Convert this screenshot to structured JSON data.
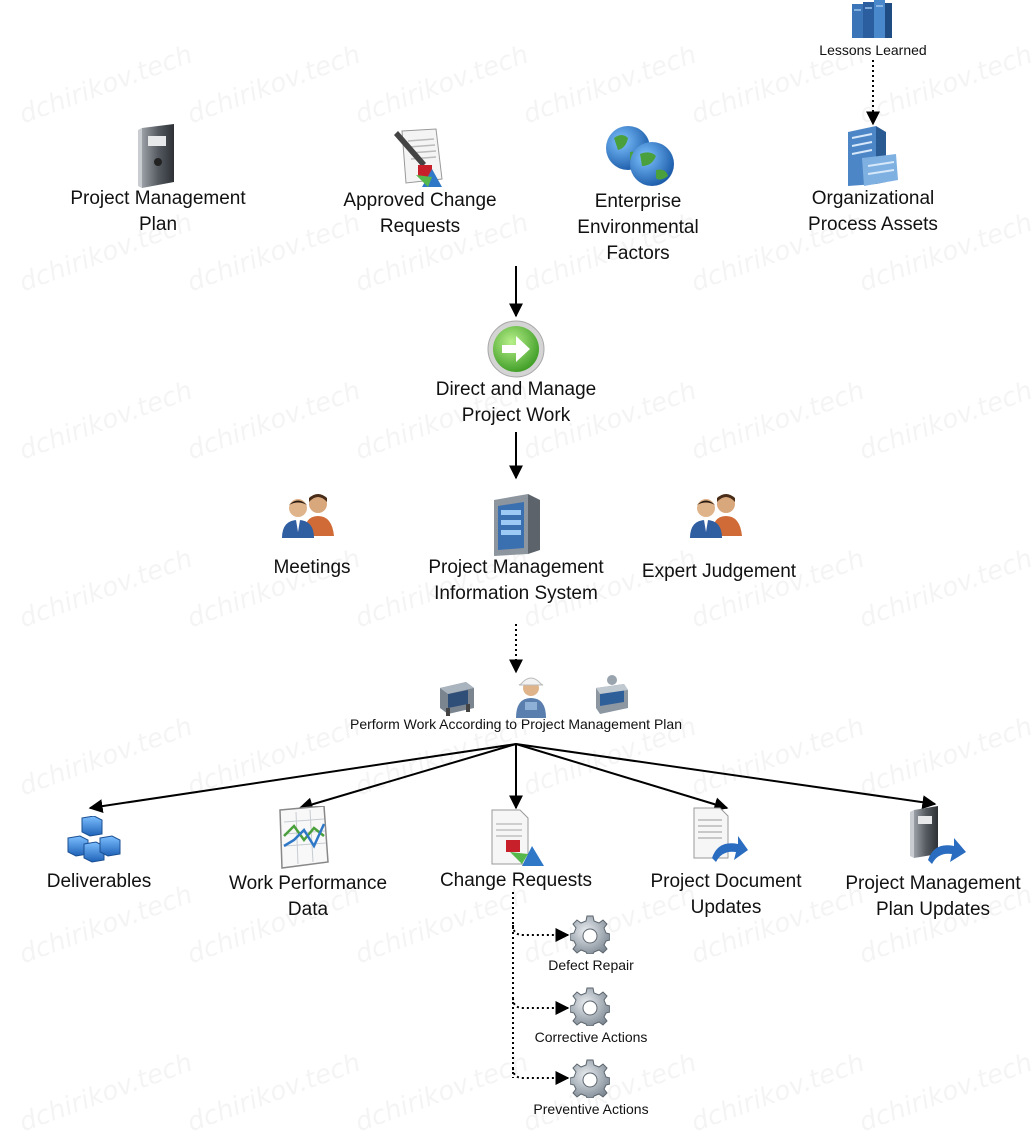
{
  "watermark": "dchirikov.tech",
  "inputs": {
    "pm_plan": [
      "Project Management",
      "Plan"
    ],
    "approved_changes": [
      "Approved Change",
      "Requests"
    ],
    "eef": [
      "Enterprise",
      "Environmental",
      "Factors"
    ],
    "opa": [
      "Organizational",
      "Process Assets"
    ],
    "lessons_learned": "Lessons Learned"
  },
  "process": [
    "Direct and Manage",
    "Project Work"
  ],
  "tools": {
    "meetings": "Meetings",
    "pmis": [
      "Project Management",
      "Information System"
    ],
    "expert": "Expert Judgement"
  },
  "perform_work": "Perform Work According to Project Management Plan",
  "outputs": {
    "deliverables": "Deliverables",
    "work_perf": [
      "Work Performance",
      "Data"
    ],
    "change_requests": "Change Requests",
    "doc_updates": [
      "Project Document",
      "Updates"
    ],
    "plan_updates": [
      "Project Management",
      "Plan Updates"
    ]
  },
  "change_types": {
    "defect": "Defect Repair",
    "corrective": "Corrective Actions",
    "preventive": "Preventive Actions"
  },
  "icons": [
    "binder-icon",
    "contract-change-icon",
    "globe-icon",
    "building-icon",
    "books-icon",
    "go-arrow-icon",
    "people-icon",
    "server-icon",
    "machine-icon",
    "worker-icon",
    "cubes-icon",
    "chart-icon",
    "document-change-icon",
    "document-update-icon",
    "binder-update-icon",
    "gear-icon"
  ]
}
